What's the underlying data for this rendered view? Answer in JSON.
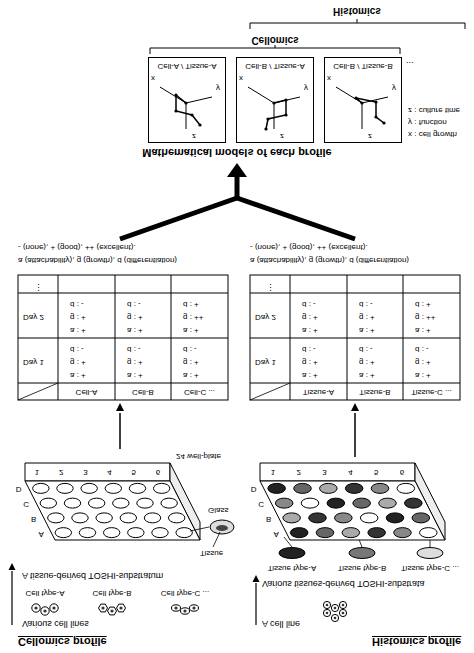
{
  "diagram": {
    "nodes": [
      {
        "text": [
          "Cell-A / Tissue-A"
        ]
      },
      {
        "text": [
          "Cell-B / Tissue-A"
        ]
      },
      {
        "text": [
          "Cell-B / Tissue-B"
        ]
      }
    ],
    "labels": [
      "Cellomics profile",
      "Histomics profile",
      "Various cell lines",
      "Cell type-A",
      "Cell type-B",
      "Cell type-C ...",
      "A tissue-derived TOSHI-substratum",
      "Tissue",
      "Glass",
      "24 well-plate",
      "A",
      "B",
      "C",
      "D",
      "1",
      "2",
      "3",
      "4",
      "5",
      "6",
      "A cell line",
      "Various tissues-derived TOSHI-substrata",
      "Tissue type-A",
      "Tissue type-B",
      "Tissue type-C ...",
      "A",
      "B",
      "C",
      "D",
      "1",
      "2",
      "3",
      "4",
      "5",
      "6",
      "Cell-A",
      "Cell-B",
      "Cell-C ...",
      "Day 1",
      "a : +",
      "g : +",
      "d : -",
      "a : +",
      "g : +",
      "d : -",
      "a : +",
      "g : +",
      "d : -",
      "Day 2",
      "a : +",
      "g : +",
      "d : -",
      "a : +",
      "g : +",
      "d : -",
      "a : +",
      "g : ++",
      "d : +",
      "⋮",
      "Tissue-A",
      "Tissue-B",
      "Tissue-C ...",
      "Day 1",
      "a : +",
      "g : +",
      "d : -",
      "a : +",
      "g : +",
      "d : -",
      "a : +",
      "g : +",
      "d : -",
      "Day 2",
      "a : +",
      "g : +",
      "d : -",
      "a : +",
      "g : +",
      "d : -",
      "a : +",
      "g : ++",
      "d : +",
      "⋮",
      "a (attachability), g (growth), d (differentiation)",
      "- (none), + (good), ++ (excellent).",
      "a (attachability), g (growth), d (differentiation)",
      "- (none), + (good), ++ (excellent).",
      "Mathematical models of each profile",
      "x",
      "y",
      "z",
      "x",
      "y",
      "z",
      "x",
      "y",
      "z",
      "...",
      "x : cell growth",
      "y : function",
      "z : culture time",
      "Cellomics",
      "Histomics"
    ]
  }
}
